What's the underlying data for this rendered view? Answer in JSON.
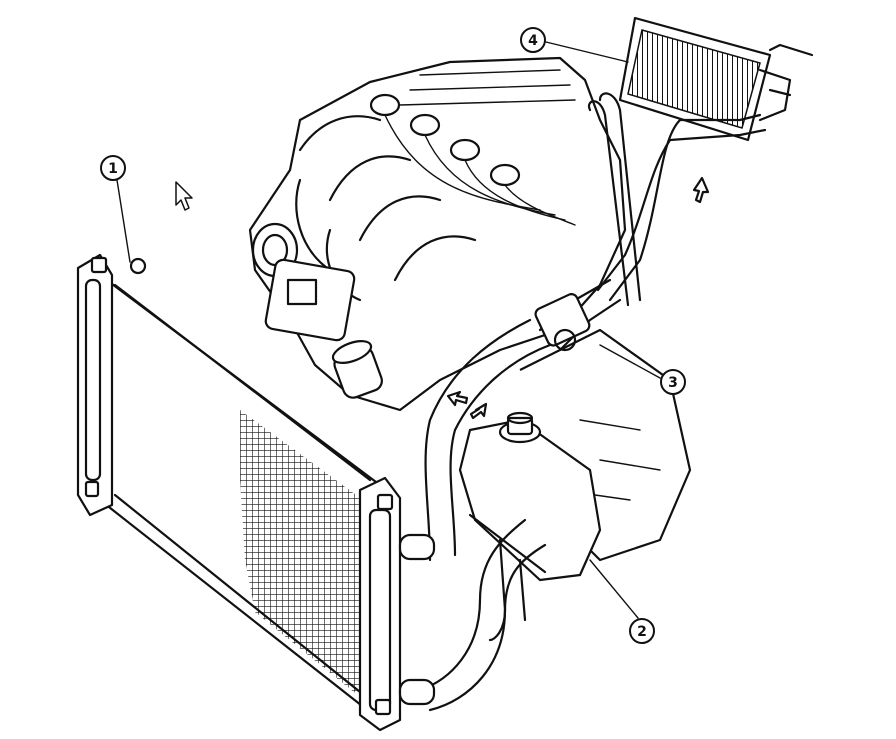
{
  "callouts": [
    {
      "id": "1",
      "label": "1"
    },
    {
      "id": "2",
      "label": "2"
    },
    {
      "id": "3",
      "label": "3"
    },
    {
      "id": "4",
      "label": "4"
    }
  ],
  "colors": {
    "line": "#111111",
    "background": "#ffffff"
  },
  "icons": {
    "cursor": "mouse-pointer-icon"
  }
}
